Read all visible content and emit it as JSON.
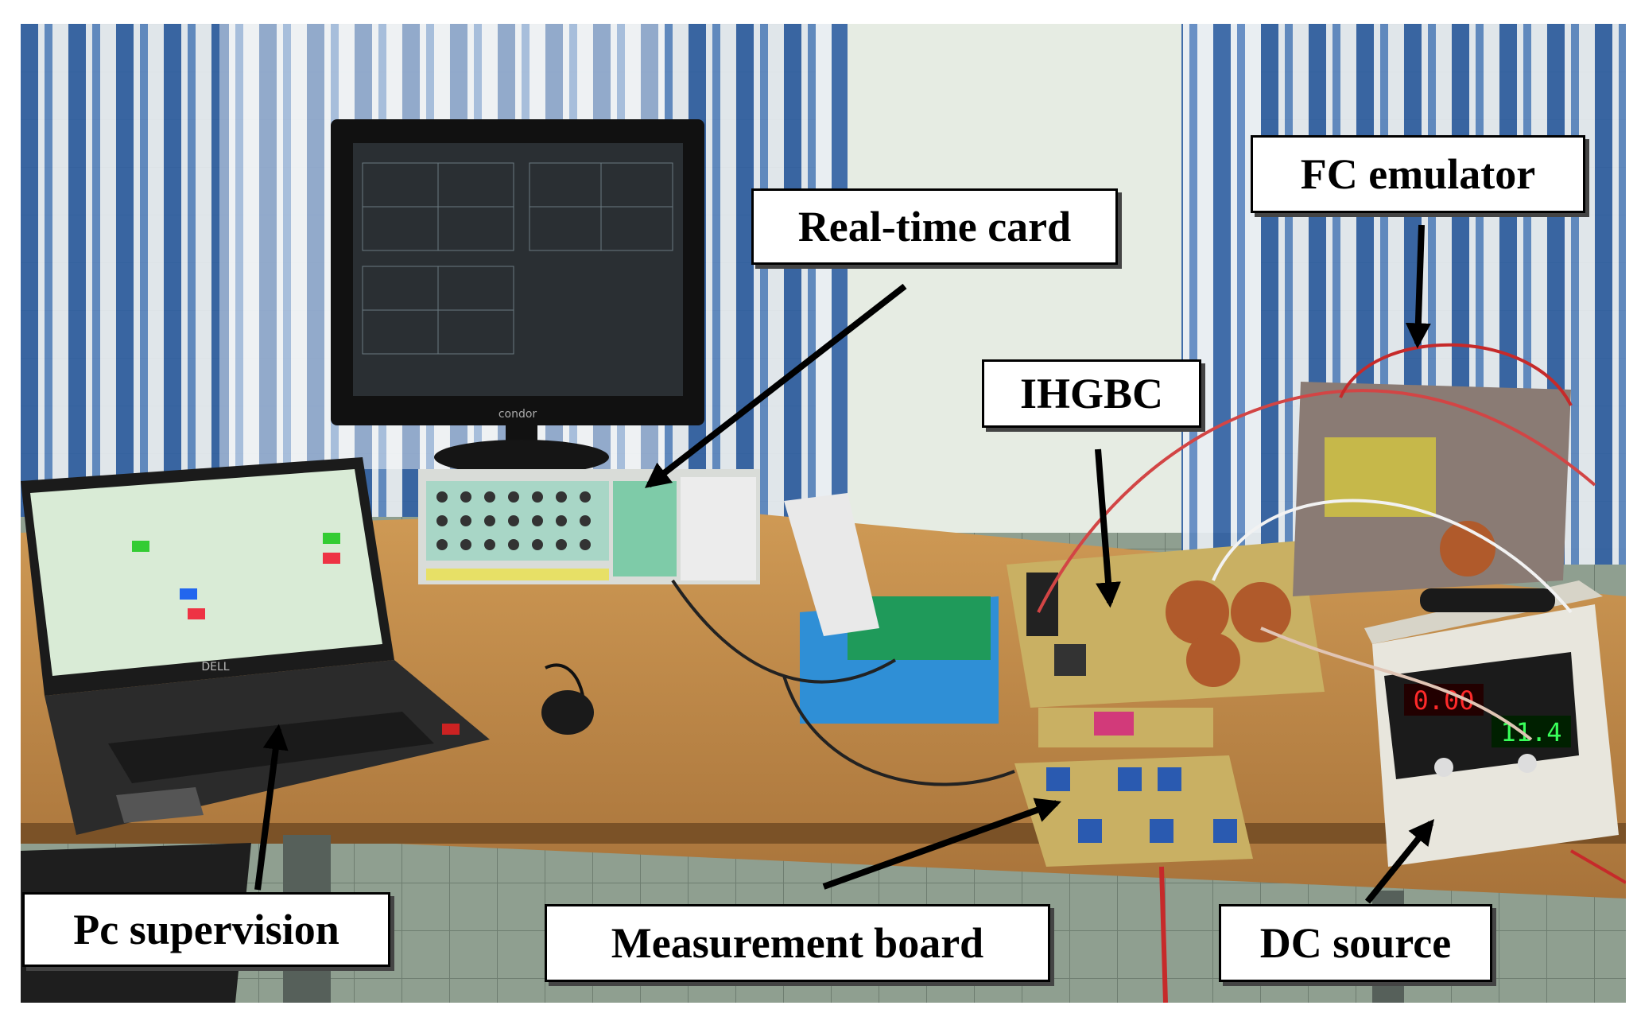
{
  "annotations": {
    "real_time_card": "Real-time card",
    "fc_emulator": "FC emulator",
    "ihgbc": "IHGBC",
    "pc_supervision": "Pc supervision",
    "measurement_board": "Measurement board",
    "dc_source": "DC source"
  },
  "devices": {
    "monitor_brand": "condor",
    "laptop_brand": "DELL",
    "dc_source_display_left": "0.00",
    "dc_source_display_right": "11.4"
  },
  "colors": {
    "curtain_blue": "#2f5fa3",
    "wall": "#e6ece3",
    "desk_wood": "#c08a45",
    "floor": "#8f9f90",
    "label_border": "#000000",
    "cable_red": "#c62a2a",
    "led_red": "#ff2a2a",
    "led_green": "#39ff5a"
  },
  "icons": [
    "arrow-icon"
  ]
}
